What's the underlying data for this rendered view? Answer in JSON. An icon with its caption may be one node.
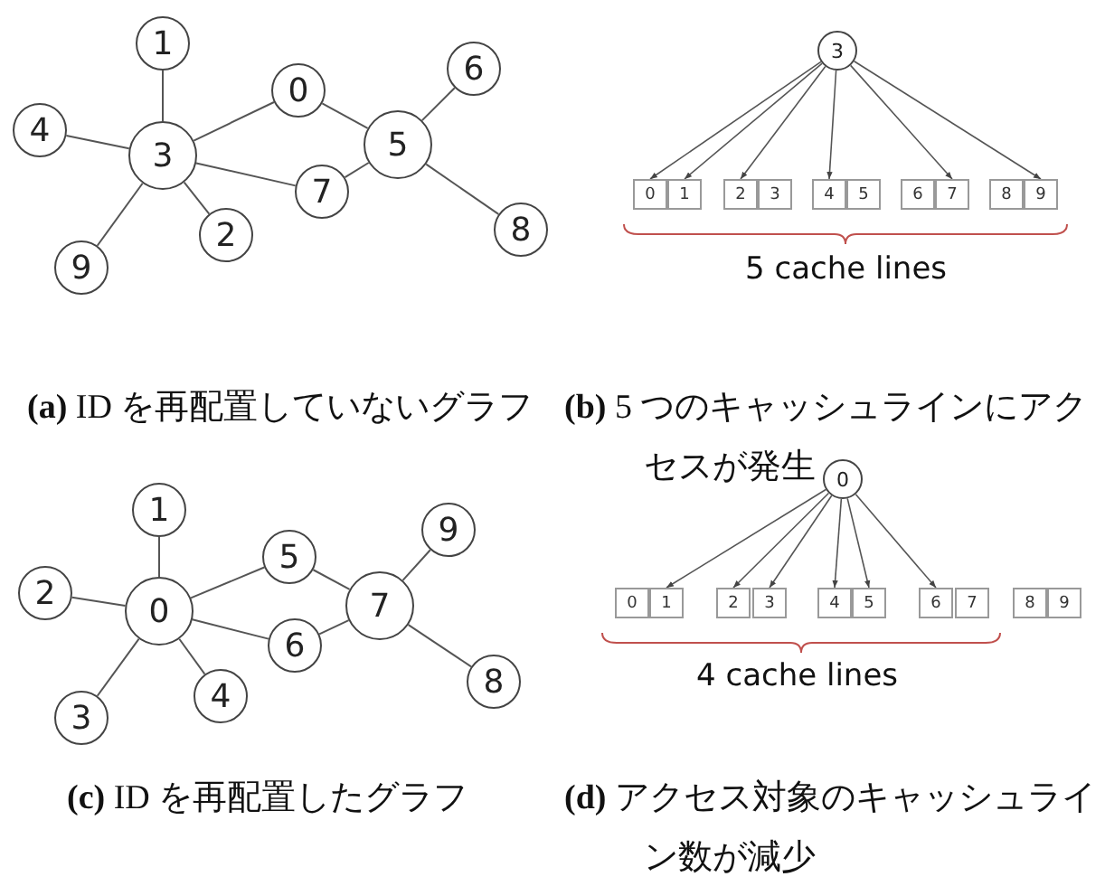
{
  "diagram": {
    "nodes": [
      {
        "text": [
          "0"
        ]
      },
      {
        "text": [
          "1"
        ]
      },
      {
        "text": [
          "2"
        ]
      },
      {
        "text": [
          "3"
        ]
      },
      {
        "text": [
          "4"
        ]
      },
      {
        "text": [
          "5"
        ]
      },
      {
        "text": [
          "6"
        ]
      },
      {
        "text": [
          "7"
        ]
      },
      {
        "text": [
          "8"
        ]
      },
      {
        "text": [
          "9"
        ]
      },
      {
        "text": [
          "3"
        ]
      },
      {
        "text": [
          "0"
        ]
      },
      {
        "text": [
          "1"
        ]
      },
      {
        "text": [
          "2"
        ]
      },
      {
        "text": [
          "3"
        ]
      },
      {
        "text": [
          "4"
        ]
      },
      {
        "text": [
          "5"
        ]
      },
      {
        "text": [
          "6"
        ]
      },
      {
        "text": [
          "7"
        ]
      },
      {
        "text": [
          "8"
        ]
      },
      {
        "text": [
          "9"
        ]
      },
      {
        "text": [
          "0"
        ]
      },
      {
        "text": [
          "1"
        ]
      },
      {
        "text": [
          "2"
        ]
      },
      {
        "text": [
          "3"
        ]
      },
      {
        "text": [
          "4"
        ]
      },
      {
        "text": [
          "5"
        ]
      },
      {
        "text": [
          "6"
        ]
      },
      {
        "text": [
          "7"
        ]
      },
      {
        "text": [
          "8"
        ]
      },
      {
        "text": [
          "9"
        ]
      },
      {
        "text": [
          "0"
        ]
      },
      {
        "text": [
          "0"
        ]
      },
      {
        "text": [
          "1"
        ]
      },
      {
        "text": [
          "2"
        ]
      },
      {
        "text": [
          "3"
        ]
      },
      {
        "text": [
          "4"
        ]
      },
      {
        "text": [
          "5"
        ]
      },
      {
        "text": [
          "6"
        ]
      },
      {
        "text": [
          "7"
        ]
      },
      {
        "text": [
          "8"
        ]
      },
      {
        "text": [
          "9"
        ]
      }
    ],
    "edges": [
      {
        "from": 3,
        "to": 1,
        "arrow": "none"
      },
      {
        "from": 3,
        "to": 4,
        "arrow": "none"
      },
      {
        "from": 3,
        "to": 0,
        "arrow": "none"
      },
      {
        "from": 3,
        "to": 7,
        "arrow": "none"
      },
      {
        "from": 3,
        "to": 2,
        "arrow": "none"
      },
      {
        "from": 3,
        "to": 9,
        "arrow": "none"
      },
      {
        "from": 0,
        "to": 5,
        "arrow": "none"
      },
      {
        "from": 7,
        "to": 5,
        "arrow": "none"
      },
      {
        "from": 5,
        "to": 6,
        "arrow": "none"
      },
      {
        "from": 5,
        "to": 8,
        "arrow": "none"
      },
      {
        "from": 10,
        "to": 11,
        "arrow": "to"
      },
      {
        "from": 10,
        "to": 12,
        "arrow": "to"
      },
      {
        "from": 10,
        "to": 13,
        "arrow": "to"
      },
      {
        "from": 10,
        "to": 15,
        "arrow": "to"
      },
      {
        "from": 10,
        "to": 18,
        "arrow": "to"
      },
      {
        "from": 10,
        "to": 20,
        "arrow": "to"
      },
      {
        "from": 21,
        "to": 22,
        "arrow": "none"
      },
      {
        "from": 21,
        "to": 23,
        "arrow": "none"
      },
      {
        "from": 21,
        "to": 26,
        "arrow": "none"
      },
      {
        "from": 21,
        "to": 27,
        "arrow": "none"
      },
      {
        "from": 21,
        "to": 25,
        "arrow": "none"
      },
      {
        "from": 21,
        "to": 24,
        "arrow": "none"
      },
      {
        "from": 26,
        "to": 28,
        "arrow": "none"
      },
      {
        "from": 27,
        "to": 28,
        "arrow": "none"
      },
      {
        "from": 28,
        "to": 30,
        "arrow": "none"
      },
      {
        "from": 28,
        "to": 29,
        "arrow": "none"
      },
      {
        "from": 31,
        "to": 33,
        "arrow": "to"
      },
      {
        "from": 31,
        "to": 34,
        "arrow": "to"
      },
      {
        "from": 31,
        "to": 35,
        "arrow": "to"
      },
      {
        "from": 31,
        "to": 36,
        "arrow": "to"
      },
      {
        "from": 31,
        "to": 37,
        "arrow": "to"
      },
      {
        "from": 31,
        "to": 38,
        "arrow": "to"
      }
    ],
    "labels": [
      "5 cache lines",
      "**(a)** ID を再配置していないグラフ",
      "**(b)** 5 つのキャッシュラインにアクセスが発生",
      "4 cache lines",
      "**(c)** ID を再配置したグラフ",
      "**(d)** アクセス対象のキャッシュライン数が減少"
    ]
  }
}
